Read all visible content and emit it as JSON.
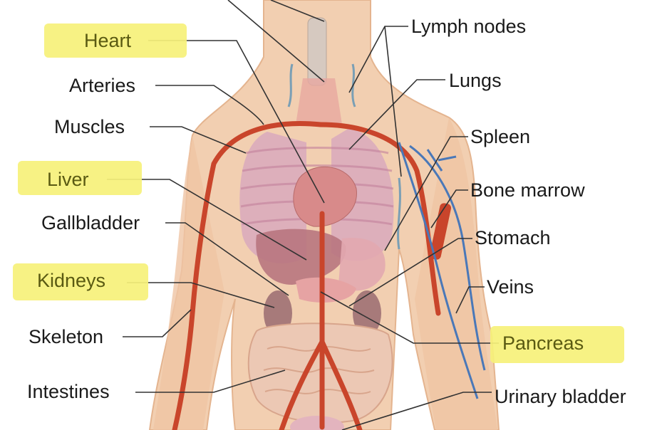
{
  "diagram": {
    "labels_left": {
      "heart": "Heart",
      "arteries": "Arteries",
      "muscles": "Muscles",
      "liver": "Liver",
      "gallbladder": "Gallbladder",
      "kidneys": "Kidneys",
      "skeleton": "Skeleton",
      "intestines": "Intestines"
    },
    "labels_right": {
      "lymph_nodes": "Lymph nodes",
      "lungs": "Lungs",
      "spleen": "Spleen",
      "bone_marrow": "Bone marrow",
      "stomach": "Stomach",
      "veins": "Veins",
      "pancreas": "Pancreas",
      "urinary_bladder": "Urinary bladder"
    },
    "highlighted": [
      "Heart",
      "Liver",
      "Kidneys",
      "Pancreas"
    ],
    "colors": {
      "highlight": "#f6f17a",
      "skin": "#f2cfb1",
      "artery": "#c9452b",
      "vein": "#4a78b8",
      "organ": "#c98a9a"
    }
  }
}
